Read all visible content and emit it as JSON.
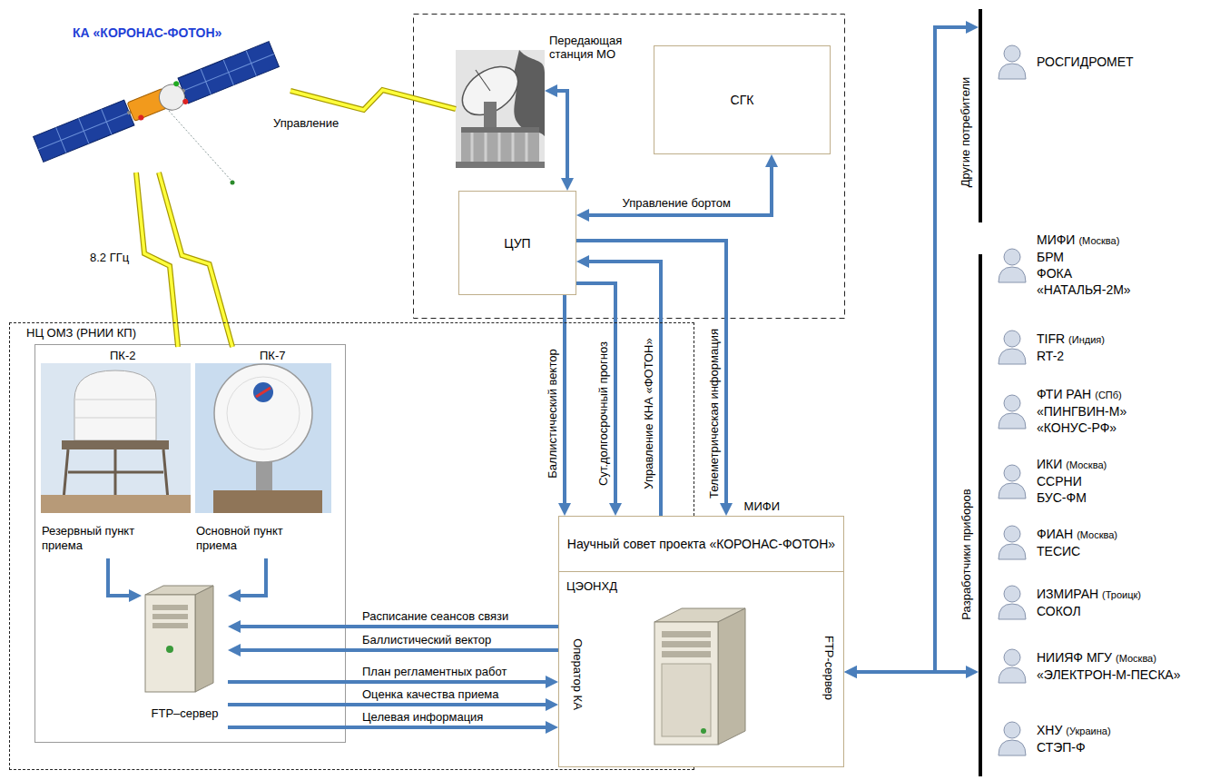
{
  "diagram": {
    "nodes": [
      {
        "text": [
          "КА «КОРОНАС-ФОТОН»"
        ]
      },
      {
        "text": [
          "Передающая станция МО"
        ]
      },
      {
        "text": [
          "СГК"
        ]
      },
      {
        "text": [
          "ЦУП"
        ]
      },
      {
        "text": [
          "НЦ ОМЗ (РНИИ КП)"
        ]
      },
      {
        "text": [
          "ПК-2",
          "Резервный пункт приема"
        ],
        "in": 4
      },
      {
        "text": [
          "ПК-7",
          "Основной пункт приема"
        ],
        "in": 4
      },
      {
        "text": [
          "FTP–сервер"
        ],
        "in": 4
      },
      {
        "text": [
          "МИФИ",
          "Научный совет проекта «КОРОНАС-ФОТОН»"
        ]
      },
      {
        "text": [
          "ЦЭОНХД",
          "Оператор КА",
          "FTP-сервер"
        ]
      },
      {
        "text": [
          "Другие потребители"
        ]
      },
      {
        "text": [
          "РОСГИДРОМЕТ"
        ]
      },
      {
        "text": [
          "Разработчики приборов"
        ]
      },
      {
        "text": [
          "МИФИ",
          "(Москва)",
          "БРМ",
          "ФОКА",
          "«НАТАЛЬЯ-2М»"
        ]
      },
      {
        "text": [
          "TIFR",
          "(Индия)",
          "RT-2"
        ]
      },
      {
        "text": [
          "ФТИ РАН",
          "(СПб)",
          "«ПИНГВИН-М»",
          "«КОНУС-РФ»"
        ]
      },
      {
        "text": [
          "ИКИ",
          "(Москва)",
          "ССРНИ",
          "БУС-ФМ"
        ]
      },
      {
        "text": [
          "ФИАН",
          "(Москва)",
          "ТЕСИС"
        ]
      },
      {
        "text": [
          "ИЗМИРАН",
          "(Троицк)",
          "СОКОЛ"
        ]
      },
      {
        "text": [
          "НИИЯФ МГУ",
          "(Москва)",
          "«ЭЛЕКТРОН-М-ПЕСКА»"
        ]
      },
      {
        "text": [
          "ХНУ",
          "(Украина)",
          "СТЭП-Ф"
        ]
      }
    ],
    "edges": [
      {
        "from": 1,
        "to": 0,
        "arrow": "none",
        "label": "Управление"
      },
      {
        "from": 0,
        "to": 5,
        "arrow": "none",
        "label": "8.2 ГГц"
      },
      {
        "from": 0,
        "to": 6,
        "arrow": "none"
      },
      {
        "from": 1,
        "to": 3,
        "arrow": "both"
      },
      {
        "from": 3,
        "to": 2,
        "arrow": "both",
        "label": "Управление бортом"
      },
      {
        "from": 3,
        "to": 8,
        "arrow": "to",
        "label": "Баллистический вектор"
      },
      {
        "from": 3,
        "to": 8,
        "arrow": "to",
        "label": "Сут.долгосрочный прогноз"
      },
      {
        "from": 8,
        "to": 3,
        "arrow": "to",
        "label": "Управление КНА «ФОТОН»"
      },
      {
        "from": 3,
        "to": 8,
        "arrow": "to",
        "label": "Телеметрическая информация"
      },
      {
        "from": 9,
        "to": 7,
        "arrow": "to",
        "label": "Расписание сеансов связи"
      },
      {
        "from": 9,
        "to": 7,
        "arrow": "to",
        "label": "Баллистический вектор"
      },
      {
        "from": 7,
        "to": 9,
        "arrow": "to",
        "label": "План регламентных работ"
      },
      {
        "from": 7,
        "to": 9,
        "arrow": "to",
        "label": "Оценка качества приема"
      },
      {
        "from": 7,
        "to": 9,
        "arrow": "to",
        "label": "Целевая информация"
      },
      {
        "from": 5,
        "to": 7,
        "arrow": "to"
      },
      {
        "from": 6,
        "to": 7,
        "arrow": "to"
      },
      {
        "from": 9,
        "to": 10,
        "arrow": "both"
      },
      {
        "from": 9,
        "to": 12,
        "arrow": "both"
      }
    ]
  }
}
